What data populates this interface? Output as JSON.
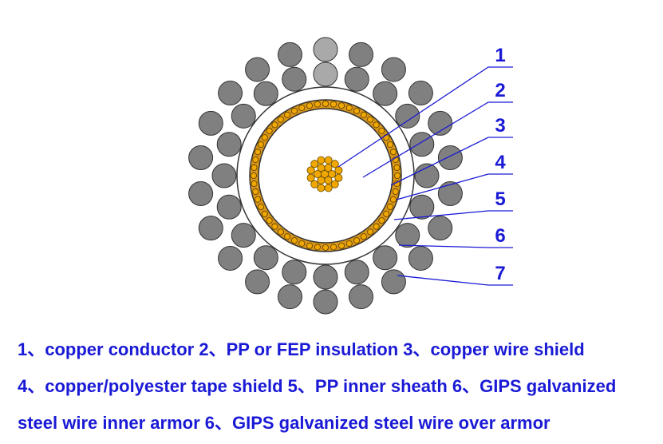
{
  "callouts": [
    "1",
    "2",
    "3",
    "4",
    "5",
    "6",
    "7"
  ],
  "legend": [
    "1、copper conductor  2、PP or FEP insulation  3、copper wire shield",
    "4、copper/polyester tape shield  5、PP inner sheath  6、GIPS galvanized",
    "steel wire inner armor  6、GIPS galvanized steel wire over armor"
  ],
  "colors": {
    "armor_wire": "#808080",
    "armor_wire_light": "#a9a9a9",
    "copper": "#f0a800",
    "shield_tape": "#c8860a",
    "label_blue": "#1a1ad6"
  }
}
